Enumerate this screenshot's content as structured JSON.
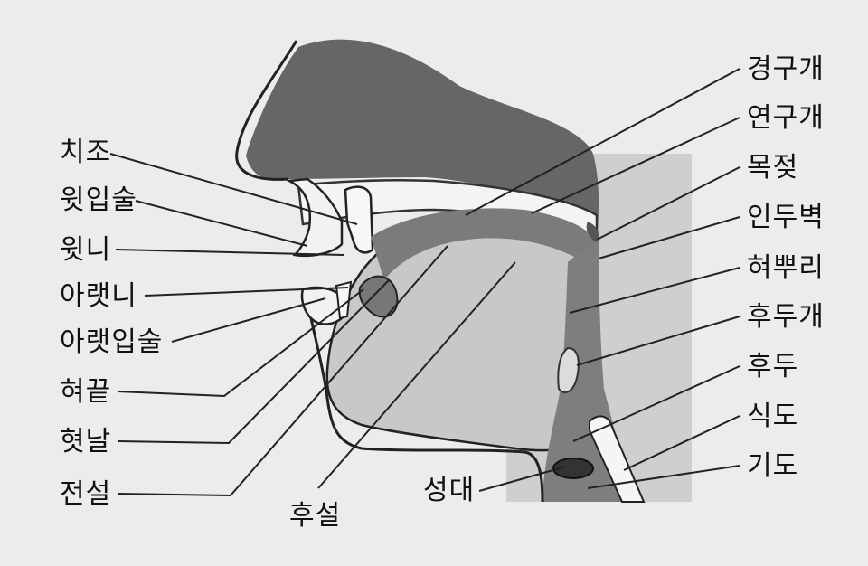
{
  "diagram": {
    "labels": {
      "alveolar_ridge": "치조",
      "upper_lip": "윗입술",
      "upper_teeth": "윗니",
      "lower_teeth": "아랫니",
      "lower_lip": "아랫입술",
      "tongue_tip": "혀끝",
      "tongue_blade": "혓날",
      "front_tongue": "전설",
      "back_tongue": "후설",
      "vocal_cords": "성대",
      "hard_palate": "경구개",
      "soft_palate": "연구개",
      "uvula": "목젖",
      "pharyngeal_wall": "인두벽",
      "tongue_root": "혀뿌리",
      "epiglottis": "후두개",
      "larynx": "후두",
      "esophagus": "식도",
      "trachea": "기도"
    }
  }
}
